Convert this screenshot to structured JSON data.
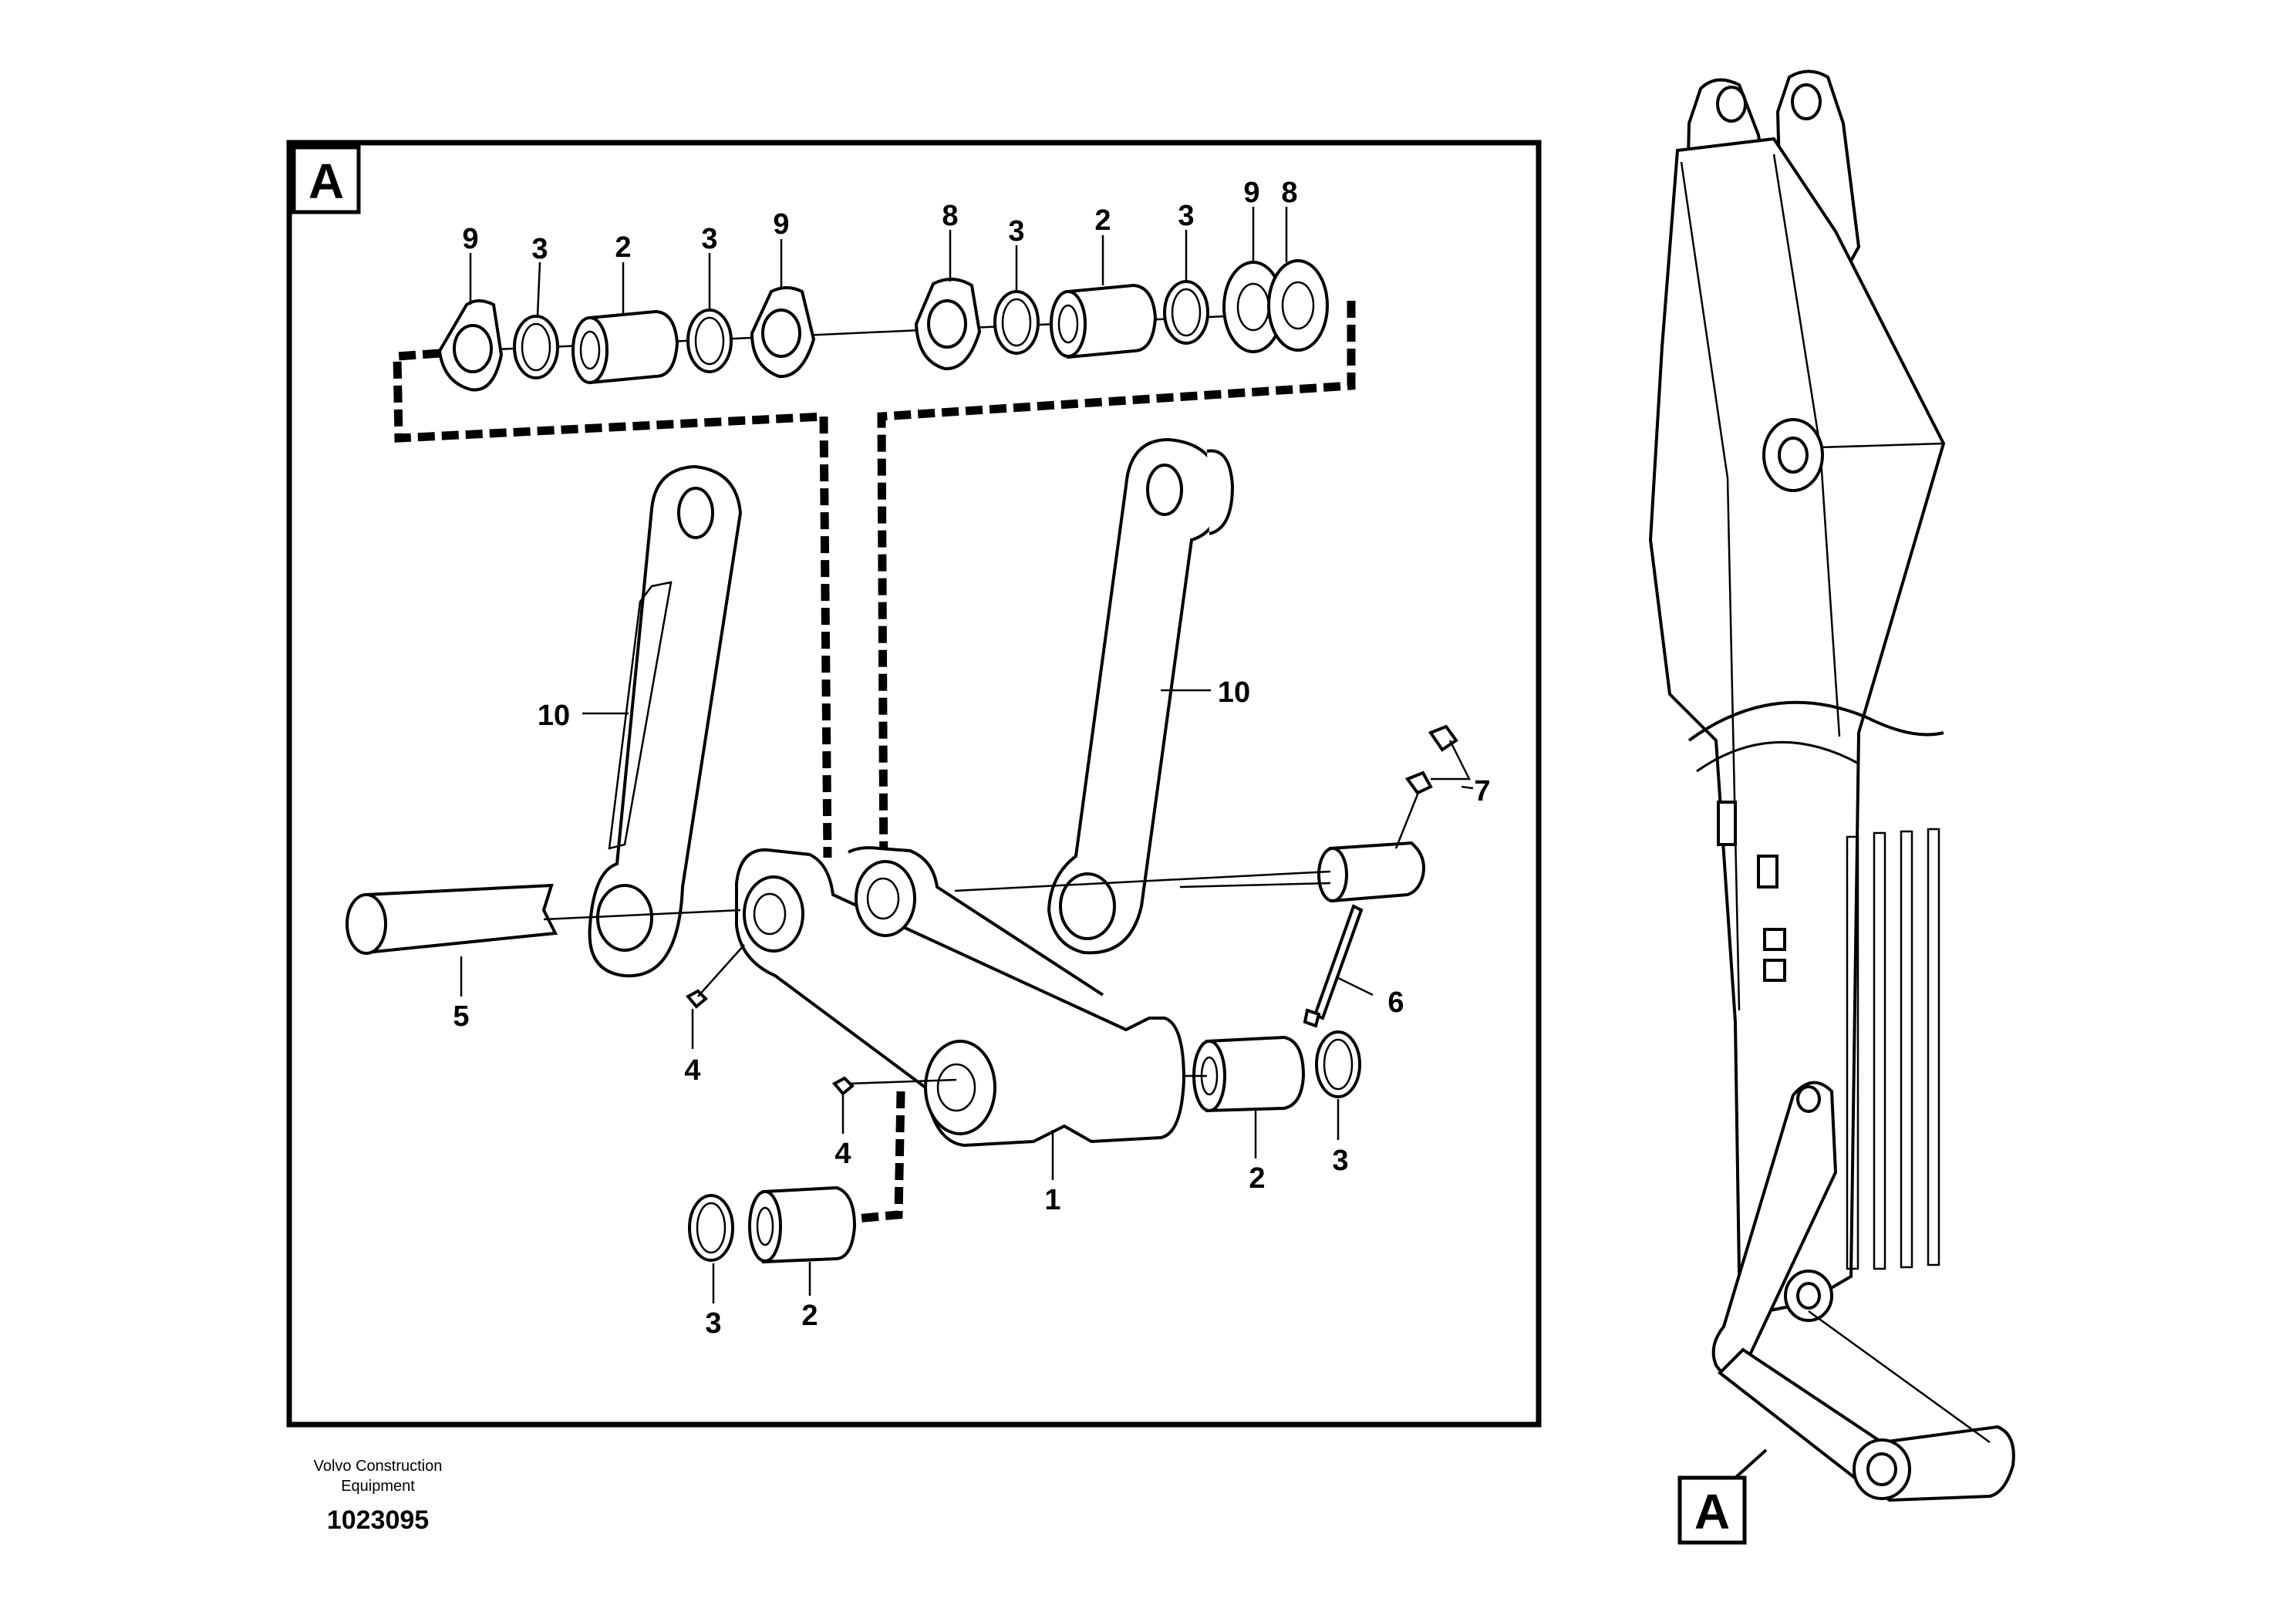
{
  "detail_view": {
    "label": "A",
    "callouts": [
      {
        "number": "9"
      },
      {
        "number": "3"
      },
      {
        "number": "2"
      },
      {
        "number": "3"
      },
      {
        "number": "9"
      },
      {
        "number": "8"
      },
      {
        "number": "3"
      },
      {
        "number": "2"
      },
      {
        "number": "3"
      },
      {
        "number": "9"
      },
      {
        "number": "8"
      },
      {
        "number": "10"
      },
      {
        "number": "10"
      },
      {
        "number": "7"
      },
      {
        "number": "5"
      },
      {
        "number": "6"
      },
      {
        "number": "4"
      },
      {
        "number": "4"
      },
      {
        "number": "1"
      },
      {
        "number": "2"
      },
      {
        "number": "3"
      },
      {
        "number": "3"
      },
      {
        "number": "2"
      }
    ]
  },
  "overview": {
    "label": "A"
  },
  "footer": {
    "company_line1": "Volvo Construction",
    "company_line2": "Equipment",
    "drawing_number": "1023095"
  }
}
